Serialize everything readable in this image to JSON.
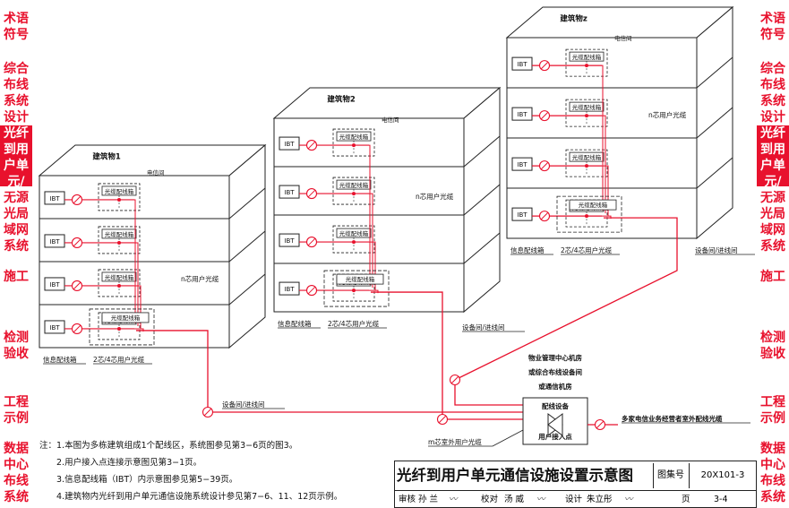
{
  "sidebar_left": {
    "tabs": [
      {
        "label": "术语符号",
        "active": false
      },
      {
        "label": "综合布线系统设计",
        "active": false
      },
      {
        "label": "光纤到用户单元/户",
        "active": true
      },
      {
        "label": "无源光局域网系统",
        "active": false
      },
      {
        "label": "施工",
        "active": false
      },
      {
        "label": "检测验收",
        "active": false
      },
      {
        "label": "工程示例",
        "active": false
      },
      {
        "label": "数据中心布线系统",
        "active": false
      }
    ]
  },
  "sidebar_right": {
    "tabs": [
      {
        "label": "术语符号",
        "active": false
      },
      {
        "label": "综合布线系统设计",
        "active": false
      },
      {
        "label": "光纤到用户单元/户",
        "active": true
      },
      {
        "label": "无源光局域网系统",
        "active": false
      },
      {
        "label": "施工",
        "active": false
      },
      {
        "label": "检测验收",
        "active": false
      },
      {
        "label": "工程示例",
        "active": false
      },
      {
        "label": "数据中心布线系统",
        "active": false
      }
    ]
  },
  "diagram": {
    "building1": {
      "name": "建筑物1"
    },
    "building2": {
      "name": "建筑物2"
    },
    "buildingz": {
      "name": "建筑物z"
    },
    "ibt": "IBT",
    "fiber_box": "光缆配线箱",
    "telecom_room": "电信间",
    "n_core_fiber": "n芯用户光缆",
    "info_box": "信息配线箱",
    "core24_fiber": "2芯/4芯用户光缆",
    "equip_room": "设备间/进线间",
    "center_room": [
      "物业管理中心机房",
      "或综合布线设备间",
      "或通信机房"
    ],
    "distribution_equipment": "配线设备",
    "user_access_point": "用户接入点",
    "m_outdoor_fiber": "m芯室外用户光缆",
    "multi_operator": "多家电信业务经营者室外配线光缆",
    "colors": {
      "line": "#e8112d",
      "stroke": "#222222",
      "accent": "#e8112d"
    }
  },
  "notes": [
    "注：1.本图为多栋建筑组成1个配线区，系统图参见第3−6页的图3。",
    "2.用户接入点连接示意图见第3−1页。",
    "3.信息配线箱（IBT）内示意图参见第5−39页。",
    "4.建筑物内光纤到用户单元通信设施系统设计参见第7−6、11、12页示例。"
  ],
  "title_block": {
    "title": "光纤到用户单元通信设施设置示意图",
    "atlas_label": "图集号",
    "atlas_no": "20X101-3",
    "review_label": "审核",
    "reviewer": "孙 兰",
    "check_label": "校对",
    "checker": "汤 威",
    "design_label": "设计",
    "designer": "朱立彤",
    "page_label": "页",
    "page_no": "3-4"
  }
}
